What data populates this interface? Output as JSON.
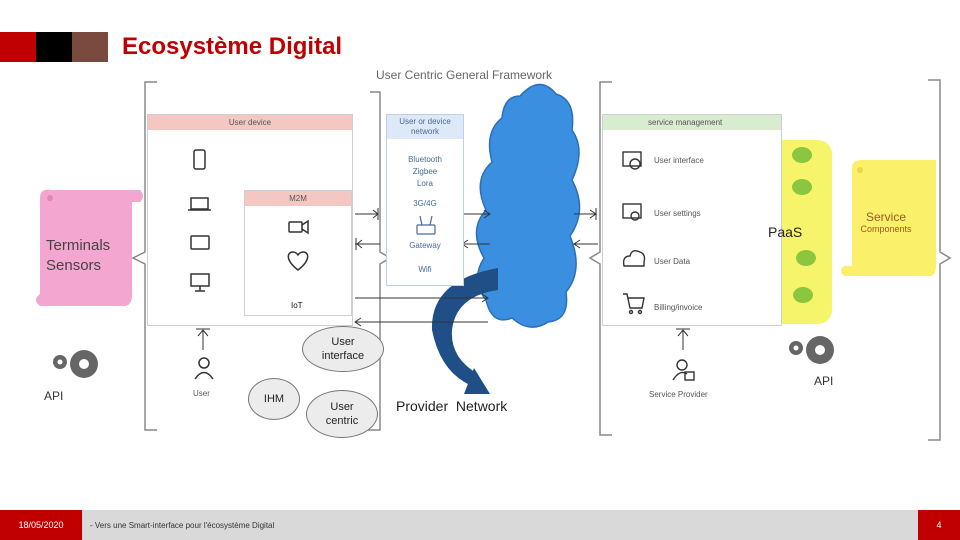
{
  "header": {
    "title": "Ecosystème Digital"
  },
  "diagram": {
    "framework_title": "User Centric General Framework",
    "terminals": {
      "line1": "Terminals",
      "line2": "Sensors"
    },
    "user_device": {
      "header": "User device",
      "m2m_header": "M2M",
      "iot_label": "IoT"
    },
    "network": {
      "header_line1": "User  or device",
      "header_line2": "network",
      "items": [
        "Bluetooth",
        "Zigbee",
        "Lora",
        "3G/4G",
        "Gateway",
        "Wifi"
      ]
    },
    "service_management": {
      "header": "service management",
      "items": [
        "User interface",
        "User settings",
        "User Data",
        "Billing/invoice"
      ]
    },
    "paas_label": "PaaS",
    "service_components": {
      "line1": "Service",
      "line2": "Components"
    },
    "user_label": "User",
    "service_provider_label": "Service Provider",
    "api_left": "API",
    "api_right": "API",
    "bubbles": {
      "user_interface": {
        "line1": "User",
        "line2": "interface"
      },
      "ihm": "IHM",
      "user_centric": {
        "line1": "User",
        "line2": "centric"
      }
    },
    "provider_network": "Provider  Network"
  },
  "footer": {
    "date": "18/05/2020",
    "text": "- Vers une Smart-interface pour l'écosystème Digital",
    "page": "4"
  },
  "colors": {
    "accent": "#c00000",
    "pink_scroll": "#f3a6cf",
    "yellow_scroll": "#fbf06a",
    "cloud": "#3b8fe0",
    "paas": "#f6f46a",
    "paas_dot": "#8cc63f"
  }
}
